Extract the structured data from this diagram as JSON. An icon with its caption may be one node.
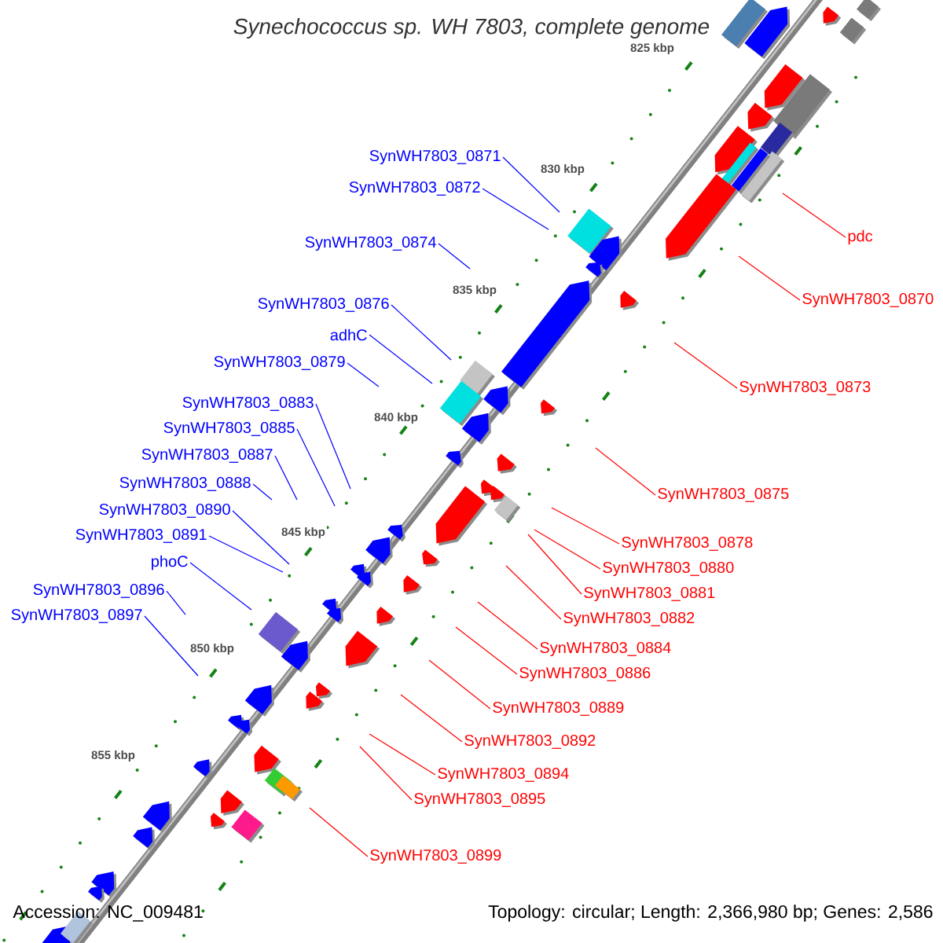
{
  "diagram": {
    "title": "Synechococcus sp. WH 7803, complete genome",
    "nodes": [
      {
        "text": [
          "SynWH7803_0871"
        ]
      },
      {
        "text": [
          "SynWH7803_0872"
        ]
      },
      {
        "text": [
          "SynWH7803_0874"
        ]
      },
      {
        "text": [
          "SynWH7803_0876"
        ]
      },
      {
        "text": [
          "adhC"
        ]
      },
      {
        "text": [
          "SynWH7803_0879"
        ]
      },
      {
        "text": [
          "SynWH7803_0883"
        ]
      },
      {
        "text": [
          "SynWH7803_0885"
        ]
      },
      {
        "text": [
          "SynWH7803_0887"
        ]
      },
      {
        "text": [
          "SynWH7803_0888"
        ]
      },
      {
        "text": [
          "SynWH7803_0890"
        ]
      },
      {
        "text": [
          "SynWH7803_0891"
        ]
      },
      {
        "text": [
          "phoC"
        ]
      },
      {
        "text": [
          "SynWH7803_0896"
        ]
      },
      {
        "text": [
          "SynWH7803_0897"
        ]
      },
      {
        "text": [
          "pdc"
        ]
      },
      {
        "text": [
          "SynWH7803_0870"
        ]
      },
      {
        "text": [
          "SynWH7803_0873"
        ]
      },
      {
        "text": [
          "SynWH7803_0875"
        ]
      },
      {
        "text": [
          "SynWH7803_0878"
        ]
      },
      {
        "text": [
          "SynWH7803_0880"
        ]
      },
      {
        "text": [
          "SynWH7803_0881"
        ]
      },
      {
        "text": [
          "SynWH7803_0882"
        ]
      },
      {
        "text": [
          "SynWH7803_0884"
        ]
      },
      {
        "text": [
          "SynWH7803_0886"
        ]
      },
      {
        "text": [
          "SynWH7803_0889"
        ]
      },
      {
        "text": [
          "SynWH7803_0892"
        ]
      },
      {
        "text": [
          "SynWH7803_0894"
        ]
      },
      {
        "text": [
          "SynWH7803_0895"
        ]
      },
      {
        "text": [
          "SynWH7803_0899"
        ]
      }
    ],
    "edges": [
      {
        "from": 0,
        "to": null,
        "arrow": "none",
        "color": "#0000ff"
      },
      {
        "from": 1,
        "to": null,
        "arrow": "none",
        "color": "#0000ff"
      },
      {
        "from": 2,
        "to": null,
        "arrow": "none",
        "color": "#0000ff"
      },
      {
        "from": 3,
        "to": null,
        "arrow": "none",
        "color": "#0000ff"
      },
      {
        "from": 4,
        "to": null,
        "arrow": "none",
        "color": "#0000ff"
      },
      {
        "from": 5,
        "to": null,
        "arrow": "none",
        "color": "#0000ff"
      },
      {
        "from": 6,
        "to": null,
        "arrow": "none",
        "color": "#0000ff"
      },
      {
        "from": 7,
        "to": null,
        "arrow": "none",
        "color": "#0000ff"
      },
      {
        "from": 8,
        "to": null,
        "arrow": "none",
        "color": "#0000ff"
      },
      {
        "from": 9,
        "to": null,
        "arrow": "none",
        "color": "#0000ff"
      },
      {
        "from": 10,
        "to": null,
        "arrow": "none",
        "color": "#0000ff"
      },
      {
        "from": 11,
        "to": null,
        "arrow": "none",
        "color": "#0000ff"
      },
      {
        "from": 12,
        "to": null,
        "arrow": "none",
        "color": "#0000ff"
      },
      {
        "from": 13,
        "to": null,
        "arrow": "none",
        "color": "#0000ff"
      },
      {
        "from": 14,
        "to": null,
        "arrow": "none",
        "color": "#0000ff"
      },
      {
        "from": 15,
        "to": null,
        "arrow": "none",
        "color": "#ff0000"
      },
      {
        "from": 16,
        "to": null,
        "arrow": "none",
        "color": "#ff0000"
      },
      {
        "from": 17,
        "to": null,
        "arrow": "none",
        "color": "#ff0000"
      },
      {
        "from": 18,
        "to": null,
        "arrow": "none",
        "color": "#ff0000"
      },
      {
        "from": 19,
        "to": null,
        "arrow": "none",
        "color": "#ff0000"
      },
      {
        "from": 20,
        "to": null,
        "arrow": "none",
        "color": "#ff0000"
      },
      {
        "from": 21,
        "to": null,
        "arrow": "none",
        "color": "#ff0000"
      },
      {
        "from": 22,
        "to": null,
        "arrow": "none",
        "color": "#ff0000"
      },
      {
        "from": 23,
        "to": null,
        "arrow": "none",
        "color": "#ff0000"
      },
      {
        "from": 24,
        "to": null,
        "arrow": "none",
        "color": "#ff0000"
      },
      {
        "from": 25,
        "to": null,
        "arrow": "none",
        "color": "#ff0000"
      },
      {
        "from": 26,
        "to": null,
        "arrow": "none",
        "color": "#ff0000"
      },
      {
        "from": 27,
        "to": null,
        "arrow": "none",
        "color": "#ff0000"
      },
      {
        "from": 28,
        "to": null,
        "arrow": "none",
        "color": "#ff0000"
      },
      {
        "from": 29,
        "to": null,
        "arrow": "none",
        "color": "#ff0000"
      }
    ],
    "labels": [
      "825 kbp",
      "830 kbp",
      "835 kbp",
      "840 kbp",
      "845 kbp",
      "850 kbp",
      "855 kbp",
      "Accession: NC_009481",
      "Topology: circular; Length: 2,366,980 bp; Genes: 2,586"
    ]
  }
}
